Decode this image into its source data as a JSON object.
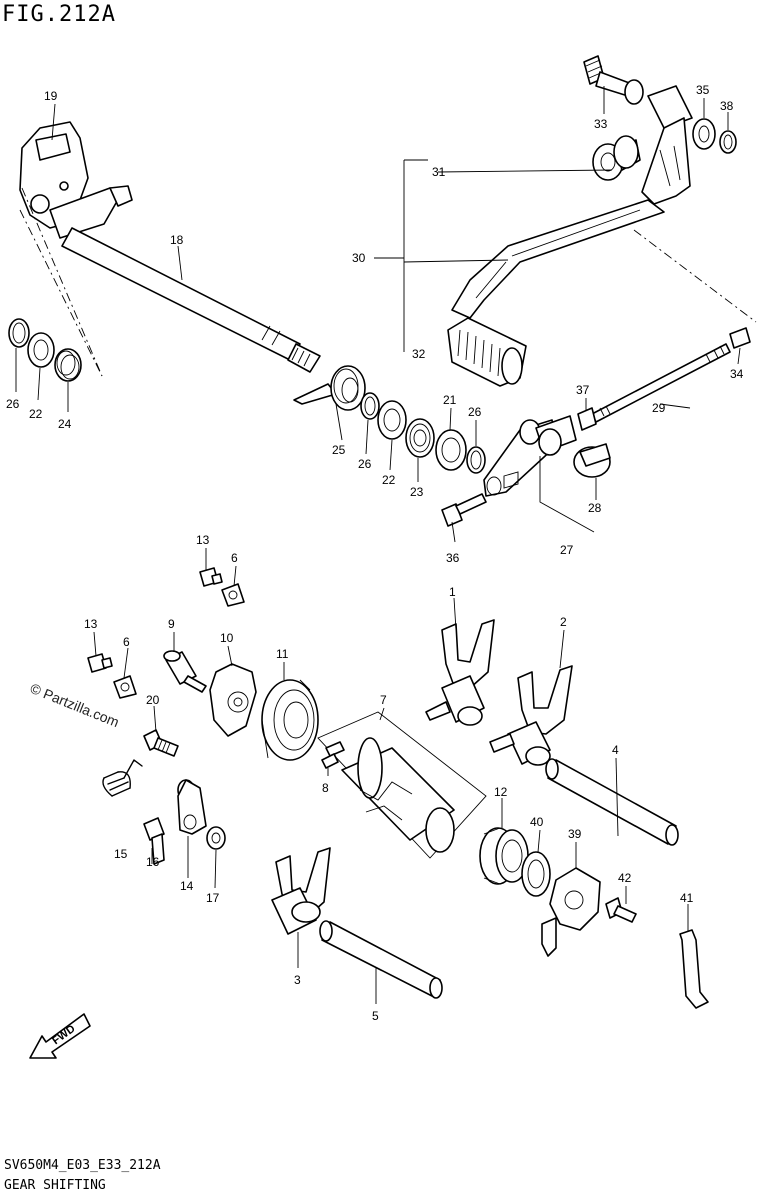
{
  "figure": {
    "title": "FIG.212A",
    "code": "SV650M4_E03_E33_212A",
    "caption": "GEAR SHIFTING",
    "watermark": "© Partzilla.com",
    "fwd_label": "FWD"
  },
  "callouts": [
    "1",
    "2",
    "3",
    "4",
    "5",
    "6",
    "6",
    "7",
    "8",
    "9",
    "10",
    "11",
    "12",
    "13",
    "13",
    "14",
    "15",
    "16",
    "17",
    "18",
    "19",
    "20",
    "21",
    "22",
    "22",
    "23",
    "24",
    "25",
    "26",
    "26",
    "26",
    "27",
    "28",
    "29",
    "30",
    "31",
    "32",
    "33",
    "34",
    "35",
    "36",
    "37",
    "38",
    "39",
    "40",
    "41",
    "42"
  ]
}
